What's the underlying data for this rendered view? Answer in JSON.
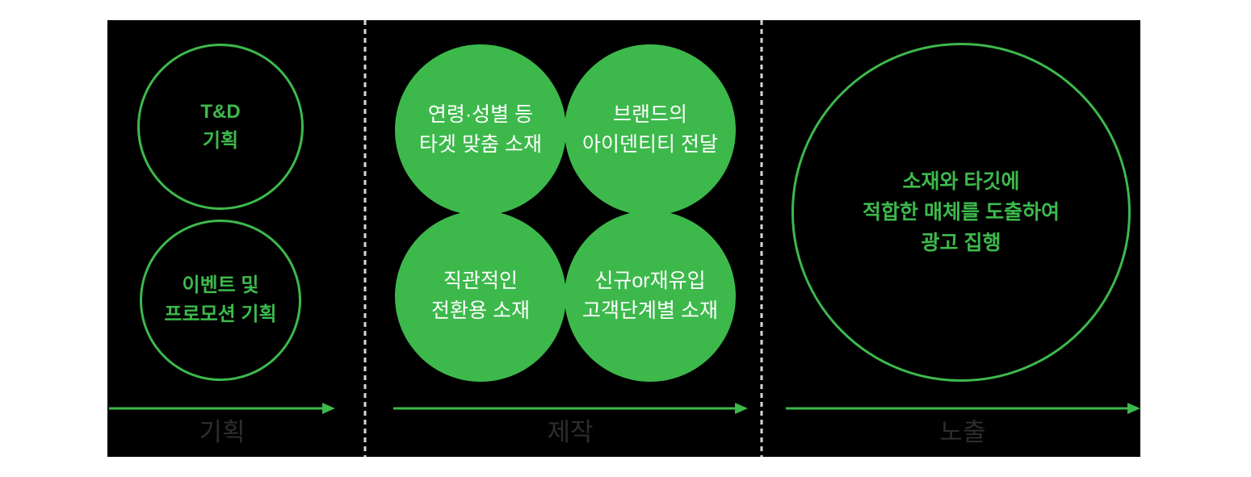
{
  "diagram": {
    "stages": [
      {
        "label": "기획",
        "circles": [
          {
            "text": "T&D\n기획",
            "style": "outline"
          },
          {
            "text": "이벤트 및\n프로모션 기획",
            "style": "outline"
          }
        ]
      },
      {
        "label": "제작",
        "circles": [
          {
            "text": "연령·성별 등\n타겟 맞춤 소재",
            "style": "filled"
          },
          {
            "text": "브랜드의\n아이덴티티 전달",
            "style": "filled"
          },
          {
            "text": "직관적인\n전환용 소재",
            "style": "filled"
          },
          {
            "text": "신규or재유입\n고객단계별 소재",
            "style": "filled"
          }
        ]
      },
      {
        "label": "노출",
        "circles": [
          {
            "text": "소재와 타깃에\n적합한 매체를 도출하여\n광고 집행",
            "style": "outline-large"
          }
        ]
      }
    ],
    "colors": {
      "accent_green": "#3DB94C",
      "canvas_background": "#000000",
      "page_background": "#FFFFFF",
      "filled_circle_text": "#FFFFFF",
      "stage_label_text": "#2D2D2D",
      "divider": "#D8D8D8"
    }
  }
}
